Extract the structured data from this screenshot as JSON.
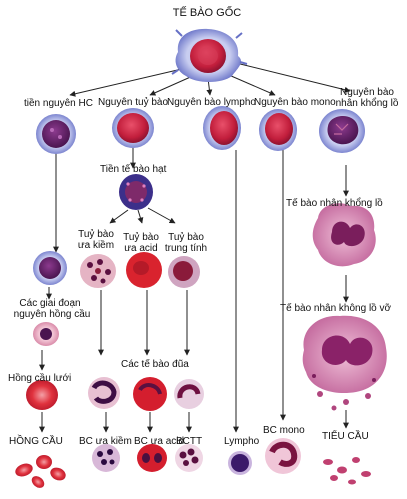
{
  "labels": {
    "stem": "TẾ BÀO GỐC",
    "proerythro": "tiền nguyên HC",
    "myeloblast": "Nguyên tuỷ bào",
    "lymphoblast": "Nguyên bào lympho",
    "monoblast": "Nguyên bào mono",
    "megakaryoblast_1": "Nguyên bào",
    "megakaryoblast_2": "nhân khổng lồ",
    "promyelocyte": "Tiền tế bào hạt",
    "eos_myelo_1": "Tuỷ bào",
    "eos_myelo_2": "ưa kiềm",
    "acid_myelo_1": "Tuỷ bào",
    "acid_myelo_2": "ưa acid",
    "neut_myelo_1": "Tuỷ bào",
    "neut_myelo_2": "trung tính",
    "megakaryocyte": "Tế bào nhân khổng lồ",
    "erythro_stages_1": "Các giai đoạn",
    "erythro_stages_2": "nguyên hồng cầu",
    "broken_mega": "Tế bào nhân không lồ vỡ",
    "band_cells": "Các tế bào đũa",
    "reticulocyte": "Hồng cầu lưới",
    "rbc": "HỒNG CẦU",
    "basophil": "BC ưa kiềm",
    "eosinophil": "BC ưa acid",
    "neutrophil": "BCTT",
    "lympho": "Lympho",
    "mono": "BC mono",
    "platelets": "TIỂU CẦU"
  }
}
